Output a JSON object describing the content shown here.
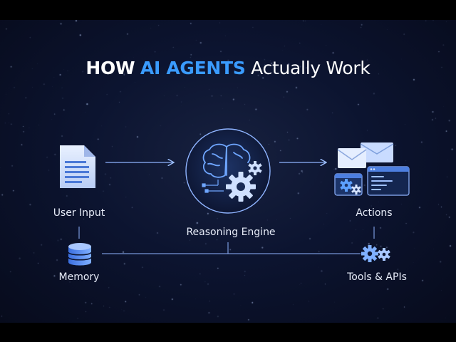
{
  "title": {
    "part1": "HOW",
    "part2": "AI AGENTS",
    "part3": "Actually Work"
  },
  "nodes": {
    "user_input": {
      "label": "User Input",
      "icon": "document-icon"
    },
    "reasoning_engine": {
      "label": "Reasoning Engine",
      "icon": "brain-gear-icon"
    },
    "actions": {
      "label": "Actions",
      "icon": "email-browser-icon"
    },
    "memory": {
      "label": "Memory",
      "icon": "database-icon"
    },
    "tools_apis": {
      "label": "Tools & APIs",
      "icon": "gears-icon"
    }
  },
  "colors": {
    "accent": "#3a9bff",
    "background": "#0c1430",
    "line": "#8fb4ff"
  }
}
